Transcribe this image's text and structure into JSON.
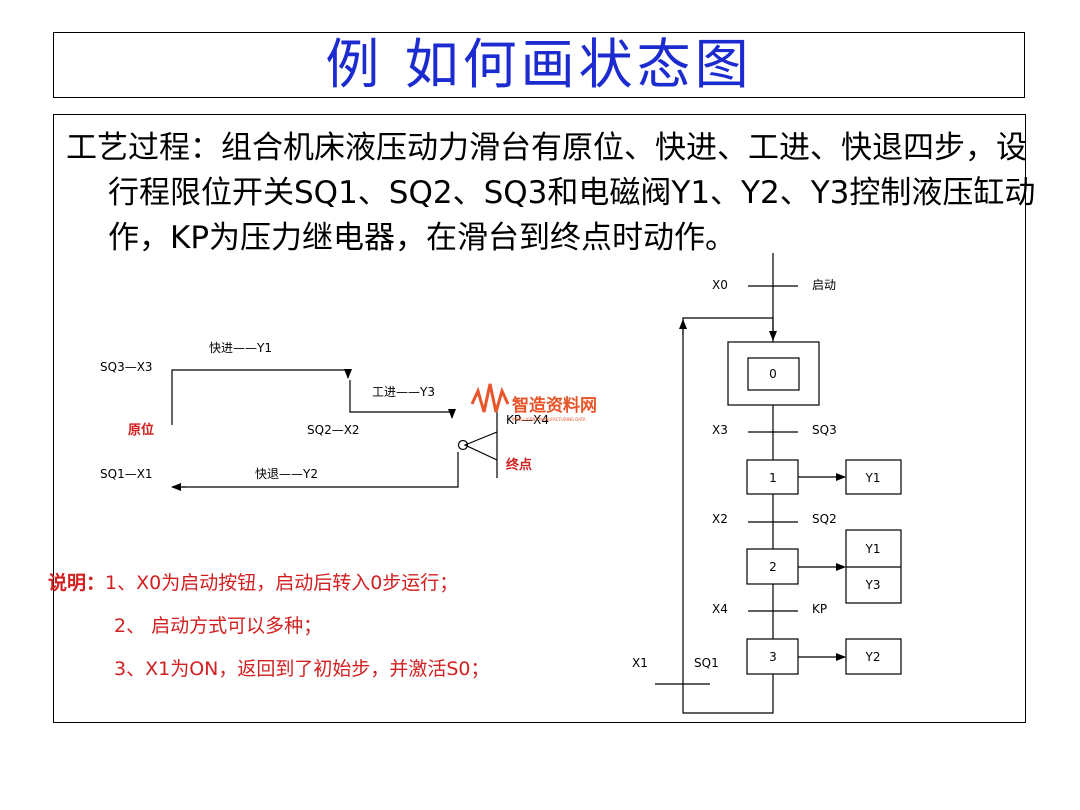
{
  "title": "例  如何画状态图",
  "process_description": "工艺过程：组合机床液压动力滑台有原位、快进、工进、快退四步，设行程限位开关SQ1、SQ2、SQ3和电磁阀Y1、Y2、Y3控制液压缸动作，KP为压力继电器，在滑台到终点时动作。",
  "motion": {
    "sq3_x3": "SQ3—X3",
    "fast_forward_y1": "快进——Y1",
    "work_feed_y3": "工进——Y3",
    "home": "原位",
    "sq2_x2": "SQ2—X2",
    "kp_x4": "KP—X4",
    "end_point": "终点",
    "sq1_x1": "SQ1—X1",
    "fast_return_y2": "快退——Y2"
  },
  "watermark": {
    "cn": "智造资料网",
    "en": "INTELLIGENT MANUFACTURING DATA"
  },
  "notes": {
    "lead": "说明：",
    "n1": "1、X0为启动按钮，启动后转入0步运行；",
    "n2": "2、 启动方式可以多种；",
    "n3": "3、X1为ON，返回到了初始步，并激活S0；"
  },
  "sfc": {
    "t0_left": "X0",
    "t0_right": "启动",
    "step0": "0",
    "t1_left": "X3",
    "t1_right": "SQ3",
    "step1": "1",
    "action1": "Y1",
    "t2_left": "X2",
    "t2_right": "SQ2",
    "step2": "2",
    "action2a": "Y1",
    "action2b": "Y3",
    "t3_left": "X4",
    "t3_right": "KP",
    "step3": "3",
    "action3": "Y2",
    "t4_left": "X1",
    "t4_right": "SQ1"
  },
  "colors": {
    "title": "#1c2bd0",
    "note": "#d22020",
    "watermark": "#e8552a"
  }
}
